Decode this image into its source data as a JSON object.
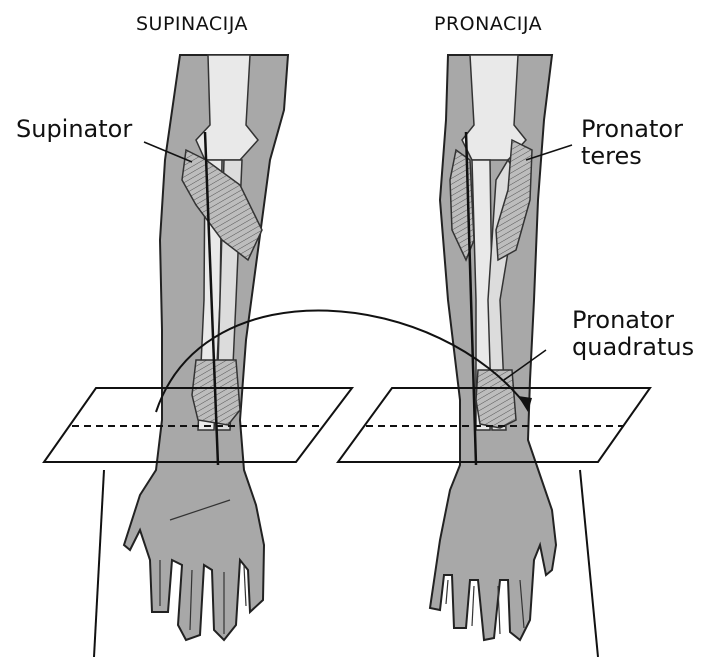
{
  "headings": {
    "left": "SUPINACIJA",
    "right": "PRONACIJA"
  },
  "labels": {
    "supinator": "Supinator",
    "pronator_teres": [
      "Pronator",
      "teres"
    ],
    "pronator_quadratus": [
      "Pronator",
      "quadratus"
    ]
  },
  "colors": {
    "skin": "#a8a8a8",
    "skin_dark": "#8e8e8e",
    "bone": "#e9e9e9",
    "muscle": "#bdbdbd",
    "ink": "#111111"
  }
}
